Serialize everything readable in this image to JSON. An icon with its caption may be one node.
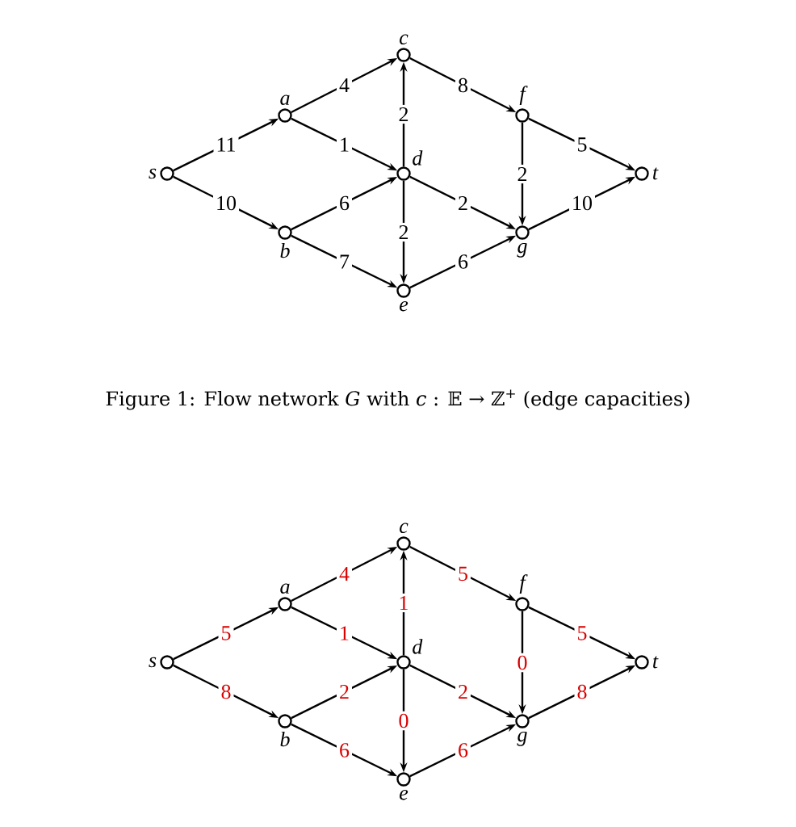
{
  "diagram": {
    "caption": "Figure 1: Flow network *G* with *c* : 𝔼 → ℤ$^{+}$ (edge capacities)",
    "nodes": [
      {
        "text": [],
        "shape": "circle",
        "beside": [
          "s"
        ]
      },
      {
        "text": [],
        "shape": "circle",
        "beside": [
          "a"
        ]
      },
      {
        "text": [],
        "shape": "circle",
        "beside": [
          "b"
        ]
      },
      {
        "text": [],
        "shape": "circle",
        "beside": [
          "c"
        ]
      },
      {
        "text": [],
        "shape": "circle",
        "beside": [
          "d"
        ]
      },
      {
        "text": [],
        "shape": "circle",
        "beside": [
          "e"
        ]
      },
      {
        "text": [],
        "shape": "circle",
        "beside": [
          "f"
        ]
      },
      {
        "text": [],
        "shape": "circle",
        "beside": [
          "g"
        ]
      },
      {
        "text": [],
        "shape": "circle",
        "beside": [
          "t"
        ]
      },
      {
        "text": [],
        "shape": "circle",
        "beside": [
          "s"
        ]
      },
      {
        "text": [],
        "shape": "circle",
        "beside": [
          "a"
        ]
      },
      {
        "text": [],
        "shape": "circle",
        "beside": [
          "b"
        ]
      },
      {
        "text": [],
        "shape": "circle",
        "beside": [
          "c"
        ]
      },
      {
        "text": [],
        "shape": "circle",
        "beside": [
          "d"
        ]
      },
      {
        "text": [],
        "shape": "circle",
        "beside": [
          "e"
        ]
      },
      {
        "text": [],
        "shape": "circle",
        "beside": [
          "f"
        ]
      },
      {
        "text": [],
        "shape": "circle",
        "beside": [
          "g"
        ]
      },
      {
        "text": [],
        "shape": "circle",
        "beside": [
          "t"
        ]
      }
    ],
    "edges": [
      {
        "from": 0,
        "to": 1,
        "arrow": "to",
        "label": "11"
      },
      {
        "from": 0,
        "to": 2,
        "arrow": "to",
        "label": "10"
      },
      {
        "from": 1,
        "to": 3,
        "arrow": "to",
        "label": "4"
      },
      {
        "from": 1,
        "to": 4,
        "arrow": "to",
        "label": "1"
      },
      {
        "from": 2,
        "to": 4,
        "arrow": "to",
        "label": "6"
      },
      {
        "from": 2,
        "to": 5,
        "arrow": "to",
        "label": "7"
      },
      {
        "from": 4,
        "to": 3,
        "arrow": "to",
        "label": "2"
      },
      {
        "from": 4,
        "to": 5,
        "arrow": "to",
        "label": "2"
      },
      {
        "from": 3,
        "to": 6,
        "arrow": "to",
        "label": "8"
      },
      {
        "from": 4,
        "to": 7,
        "arrow": "to",
        "label": "2"
      },
      {
        "from": 5,
        "to": 7,
        "arrow": "to",
        "label": "6"
      },
      {
        "from": 6,
        "to": 7,
        "arrow": "to",
        "label": "2"
      },
      {
        "from": 6,
        "to": 8,
        "arrow": "to",
        "label": "5"
      },
      {
        "from": 7,
        "to": 8,
        "arrow": "to",
        "label": "10"
      },
      {
        "from": 9,
        "to": 10,
        "arrow": "to",
        "label": "5"
      },
      {
        "from": 9,
        "to": 11,
        "arrow": "to",
        "label": "8"
      },
      {
        "from": 10,
        "to": 12,
        "arrow": "to",
        "label": "4"
      },
      {
        "from": 10,
        "to": 13,
        "arrow": "to",
        "label": "1"
      },
      {
        "from": 11,
        "to": 13,
        "arrow": "to",
        "label": "2"
      },
      {
        "from": 11,
        "to": 14,
        "arrow": "to",
        "label": "6"
      },
      {
        "from": 13,
        "to": 12,
        "arrow": "to",
        "label": "1"
      },
      {
        "from": 13,
        "to": 14,
        "arrow": "to",
        "label": "0"
      },
      {
        "from": 12,
        "to": 15,
        "arrow": "to",
        "label": "5"
      },
      {
        "from": 13,
        "to": 16,
        "arrow": "to",
        "label": "2"
      },
      {
        "from": 14,
        "to": 16,
        "arrow": "to",
        "label": "6"
      },
      {
        "from": 15,
        "to": 16,
        "arrow": "to",
        "label": "0"
      },
      {
        "from": 15,
        "to": 17,
        "arrow": "to",
        "label": "5"
      },
      {
        "from": 16,
        "to": 17,
        "arrow": "to",
        "label": "8"
      }
    ]
  }
}
